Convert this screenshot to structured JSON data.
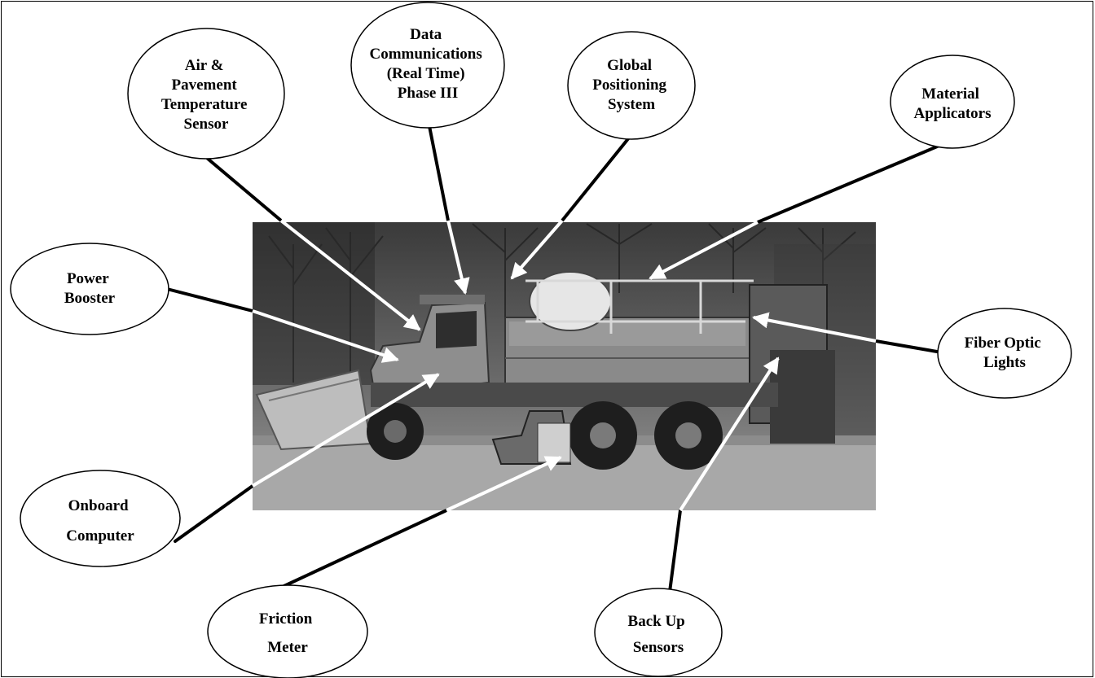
{
  "callouts": {
    "air_temp": [
      "Air &",
      "Pavement",
      "Temperature",
      "Sensor"
    ],
    "data_comm": [
      "Data",
      "Communications",
      "(Real Time)",
      "Phase III"
    ],
    "gps": [
      "Global",
      "Positioning",
      "System"
    ],
    "material": [
      "Material",
      "Applicators"
    ],
    "power": [
      "Power",
      "Booster"
    ],
    "fiber": [
      "Fiber Optic",
      "Lights"
    ],
    "onboard": [
      "Onboard",
      "Computer"
    ],
    "friction": [
      "Friction",
      "Meter"
    ],
    "backup": [
      "Back Up",
      "Sensors"
    ]
  },
  "colors": {
    "line": "#000000",
    "arrow": "#ffffff",
    "photo_bg": "#7d7d7d"
  }
}
